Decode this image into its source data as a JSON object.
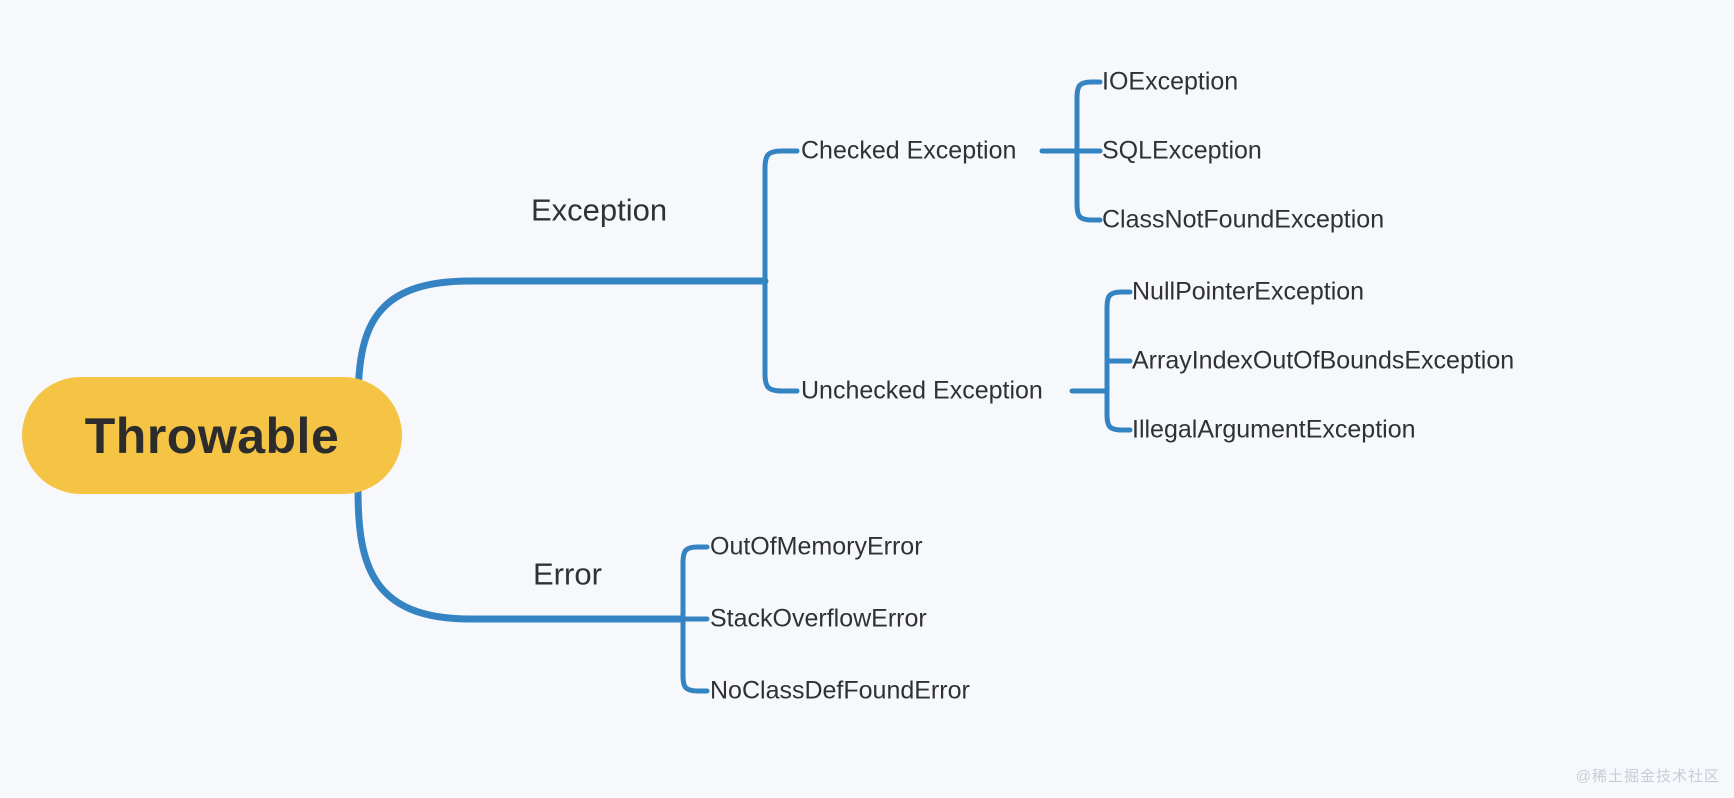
{
  "diagram": {
    "title": "Throwable",
    "background_color": "#f7f8fc",
    "root_color": "#f6c445",
    "connector_color": "#3484c4",
    "text_color": "#2f3133"
  },
  "root": {
    "label": "Throwable"
  },
  "branches": [
    {
      "label": "Exception",
      "children": [
        {
          "label": "Checked Exception",
          "children": [
            {
              "label": "IOException"
            },
            {
              "label": "SQLException"
            },
            {
              "label": "ClassNotFoundException"
            }
          ]
        },
        {
          "label": "Unchecked Exception",
          "children": [
            {
              "label": "NullPointerException"
            },
            {
              "label": "ArrayIndexOutOfBoundsException"
            },
            {
              "label": "IllegalArgumentException"
            }
          ]
        }
      ]
    },
    {
      "label": "Error",
      "children": [
        {
          "label": "OutOfMemoryError"
        },
        {
          "label": "StackOverflowError"
        },
        {
          "label": "NoClassDefFoundError"
        }
      ]
    }
  ],
  "labels": {
    "exception": "Exception",
    "error": "Error",
    "checked_exception": "Checked Exception",
    "unchecked_exception": "Unchecked Exception",
    "io_exception": "IOException",
    "sql_exception": "SQLException",
    "class_not_found_exception": "ClassNotFoundException",
    "null_pointer_exception": "NullPointerException",
    "array_index_out_of_bounds_exception": "ArrayIndexOutOfBoundsException",
    "illegal_argument_exception": "IllegalArgumentException",
    "out_of_memory_error": "OutOfMemoryError",
    "stack_overflow_error": "StackOverflowError",
    "no_class_def_found_error": "NoClassDefFoundError"
  },
  "watermark": {
    "text": "@稀土掘金技术社区"
  }
}
